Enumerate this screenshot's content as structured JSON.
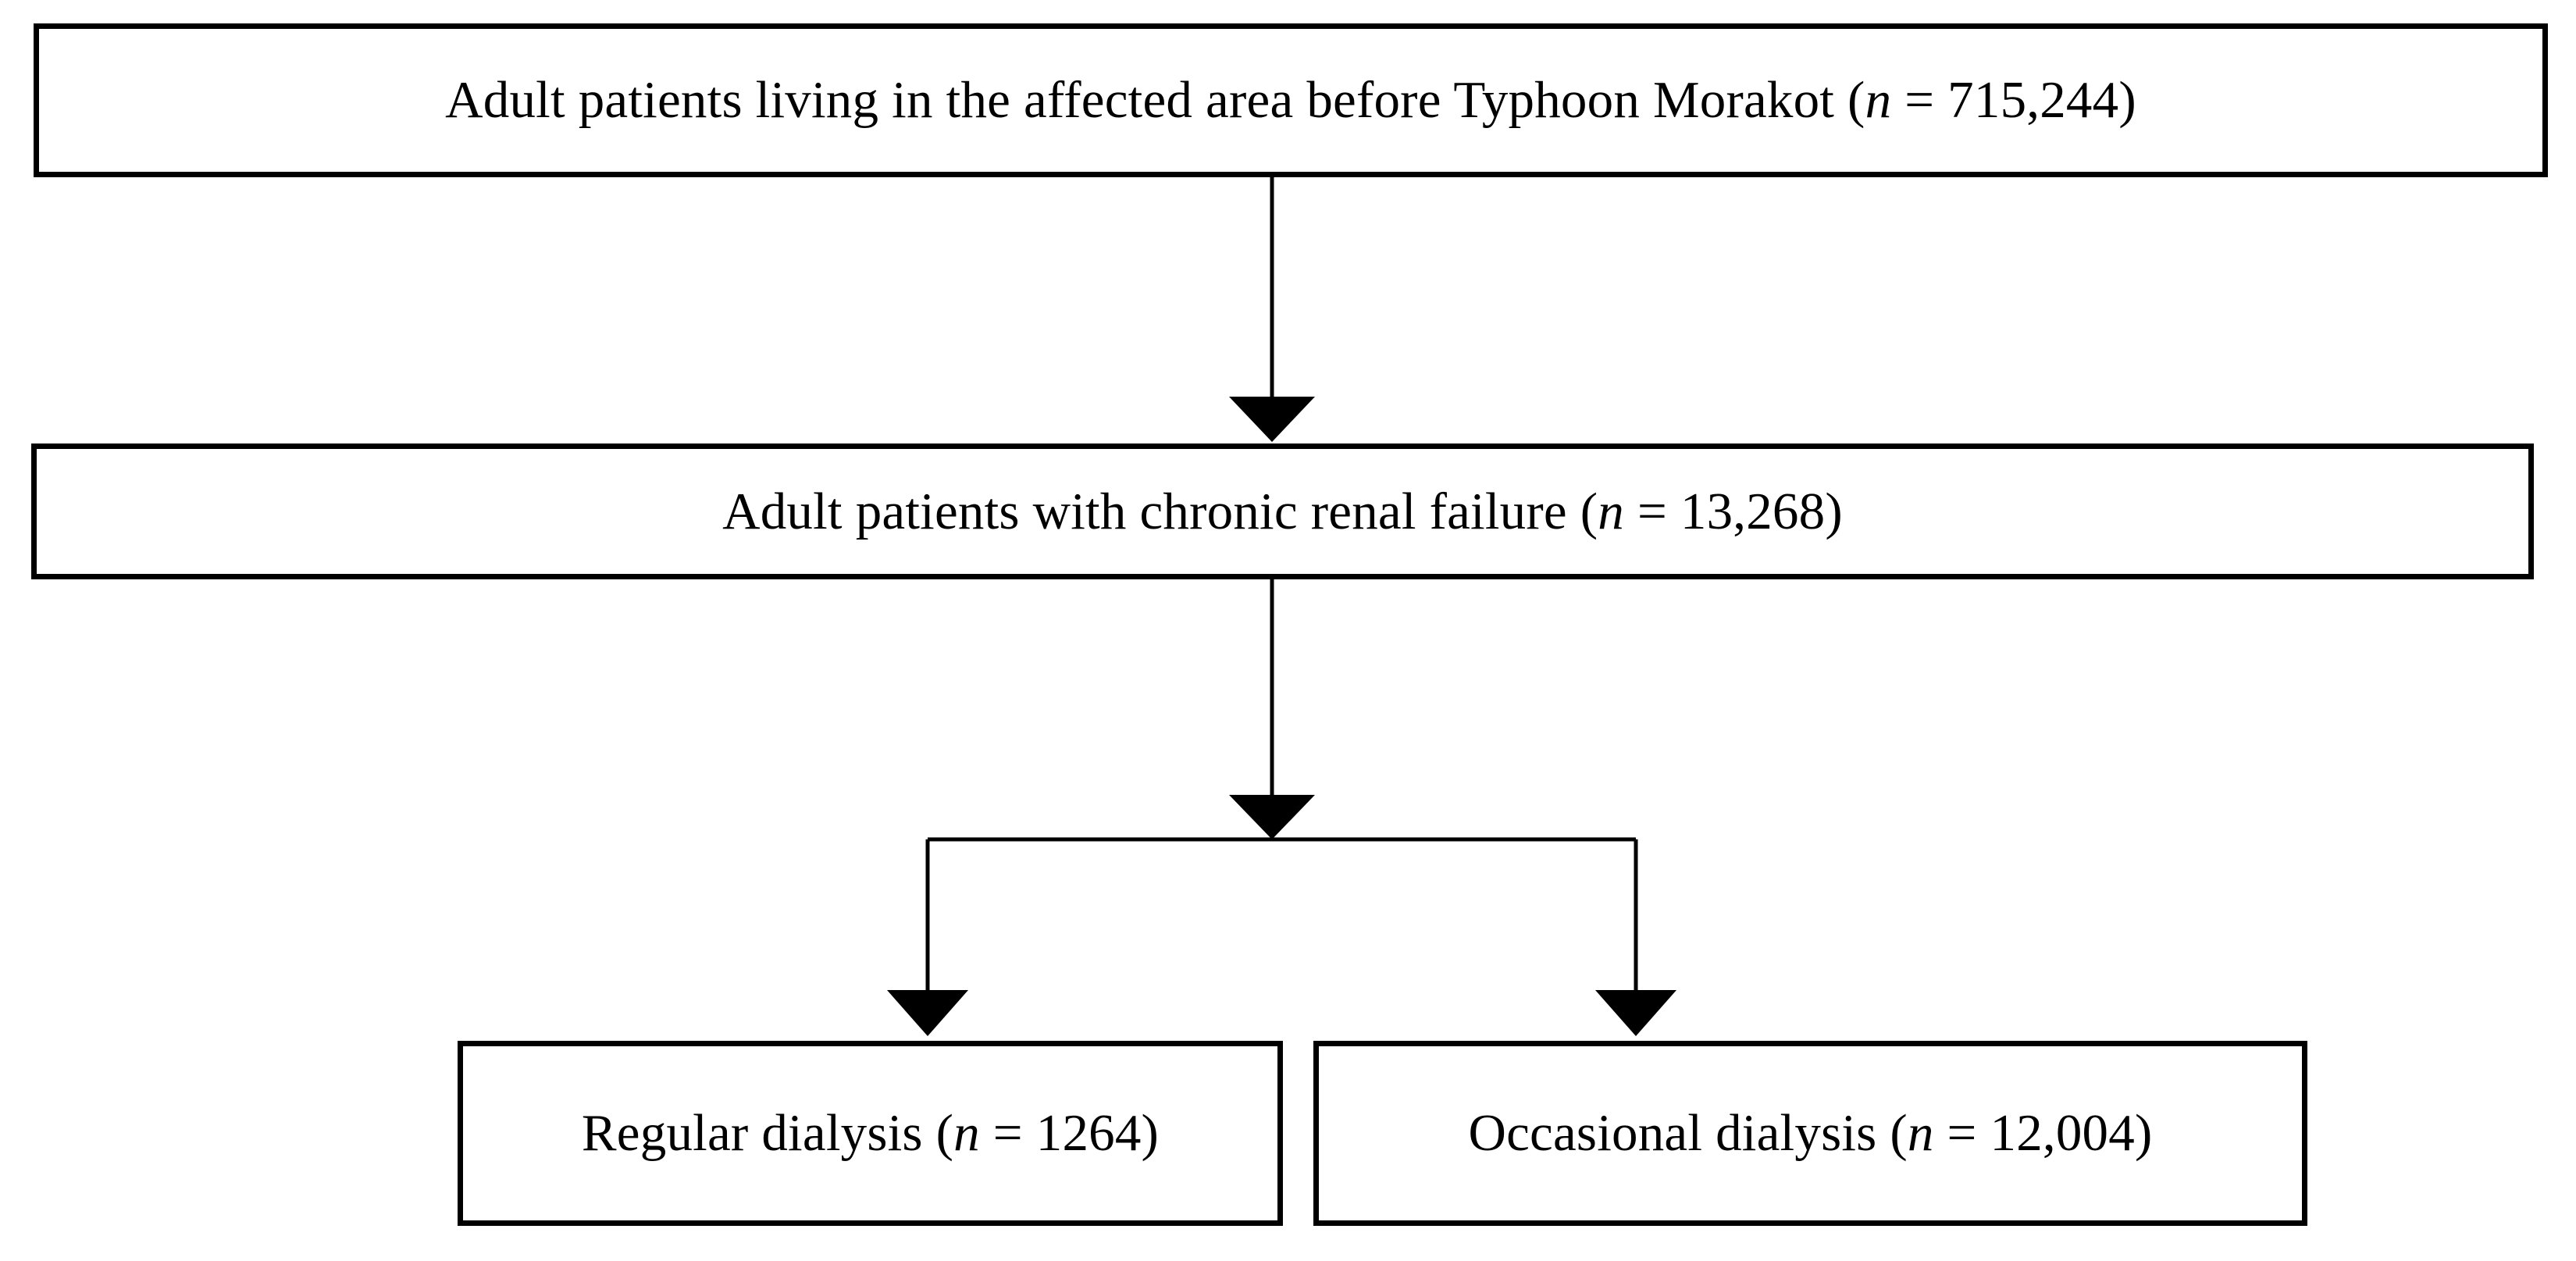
{
  "diagram": {
    "type": "flowchart",
    "orientation": "top-down",
    "background_color": "#ffffff",
    "line_color": "#000000",
    "text_color": "#000000",
    "nodes": {
      "cohort": {
        "text_before_n": "Adult patients living in the affected area before Typhoon Morakot (",
        "n_symbol": "n",
        "text_after_n": " = 715,244)",
        "count": "715,244",
        "full_text": "Adult patients living in the affected area before Typhoon Morakot (n = 715,244)"
      },
      "chronic_renal_failure": {
        "text_before_n": "Adult patients with chronic renal failure (",
        "n_symbol": "n",
        "text_after_n": " = 13,268)",
        "count": "13,268",
        "full_text": "Adult patients with chronic renal failure (n = 13,268)"
      },
      "regular_dialysis": {
        "text_before_n": "Regular dialysis (",
        "n_symbol": "n",
        "text_after_n": " = 1264)",
        "count": "1264",
        "full_text": "Regular dialysis (n = 1264)"
      },
      "occasional_dialysis": {
        "text_before_n": "Occasional dialysis (",
        "n_symbol": "n",
        "text_after_n": " = 12,004)",
        "count": "12,004",
        "full_text": "Occasional dialysis (n = 12,004)"
      }
    },
    "edges": [
      {
        "from": "cohort",
        "to": "chronic_renal_failure",
        "style": "straight-arrow"
      },
      {
        "from": "chronic_renal_failure",
        "to": "split",
        "style": "straight-arrow"
      },
      {
        "from": "split",
        "to": "regular_dialysis",
        "style": "elbow-arrow"
      },
      {
        "from": "split",
        "to": "occasional_dialysis",
        "style": "elbow-arrow"
      }
    ]
  }
}
